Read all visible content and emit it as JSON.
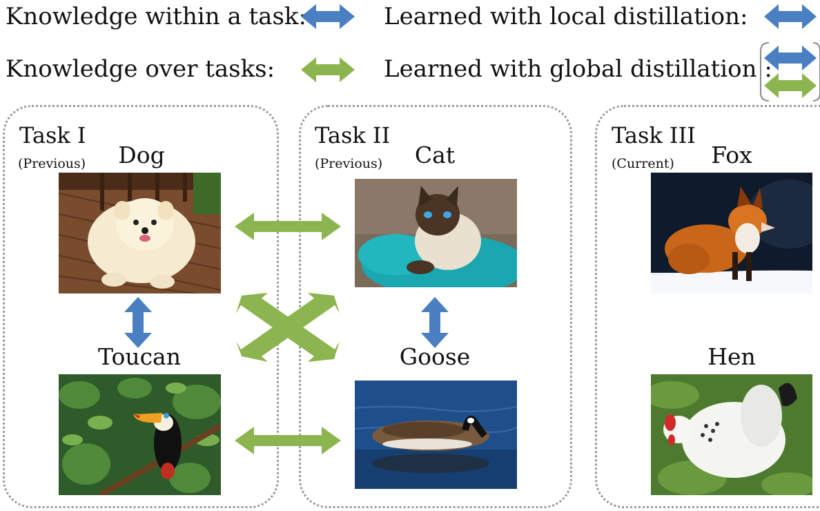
{
  "legend": {
    "within_task_label": "Knowledge within a task:",
    "over_tasks_label": "Knowledge over tasks:",
    "local_distillation_label": "Learned with local distillation:",
    "global_distillation_label": "Learned with global distillation :"
  },
  "colors": {
    "within_task_arrow": "#4a7fc1",
    "over_tasks_arrow": "#8db54f",
    "task_border": "#9a9a9a"
  },
  "tasks": [
    {
      "title": "Task I",
      "status": "(Previous)",
      "animals": [
        "Dog",
        "Toucan"
      ]
    },
    {
      "title": "Task II",
      "status": "(Previous)",
      "animals": [
        "Cat",
        "Goose"
      ]
    },
    {
      "title": "Task III",
      "status": "(Current)",
      "animals": [
        "Fox",
        "Hen"
      ]
    }
  ]
}
